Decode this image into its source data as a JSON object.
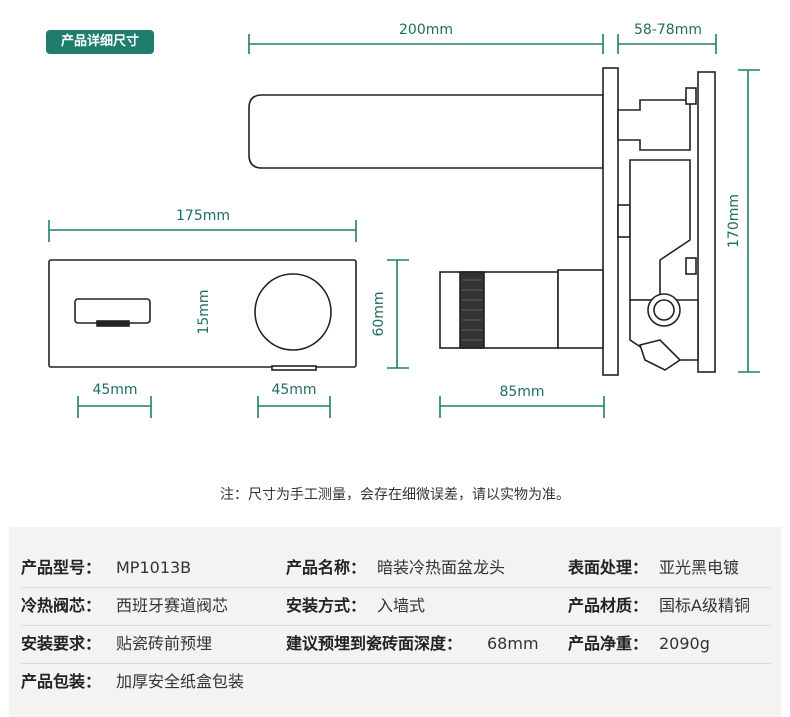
{
  "header": {
    "badge": "产品详细尺寸"
  },
  "dimensions": {
    "spout_length": "200mm",
    "wall_depth": "58-78mm",
    "plate_width": "175mm",
    "plate_height": "60mm",
    "outlet_height": "15mm",
    "outlet_offset": "45mm",
    "knob_offset": "45mm",
    "body_length": "85mm",
    "total_height": "170mm"
  },
  "note": "注：尺寸为手工测量，会存在细微误差，请以实物为准。",
  "specs": {
    "r1": [
      {
        "label": "产品型号：",
        "value": "MP1013B"
      },
      {
        "label": "产品名称：",
        "value": "暗装冷热面盆龙头"
      },
      {
        "label": "表面处理：",
        "value": "亚光黑电镀"
      }
    ],
    "r2": [
      {
        "label": "冷热阀芯：",
        "value": "西班牙赛道阀芯"
      },
      {
        "label": "安装方式：",
        "value": "入墙式"
      },
      {
        "label": "产品材质：",
        "value": "国标A级精铜"
      }
    ],
    "r3": [
      {
        "label": "安装要求：",
        "value": "贴瓷砖前预埋"
      },
      {
        "label": "建议预埋到瓷砖面深度：",
        "value": "68mm"
      },
      {
        "label": "产品净重：",
        "value": "2090g"
      }
    ],
    "r4": [
      {
        "label": "产品包装：",
        "value": "加厚安全纸盒包装"
      }
    ]
  }
}
